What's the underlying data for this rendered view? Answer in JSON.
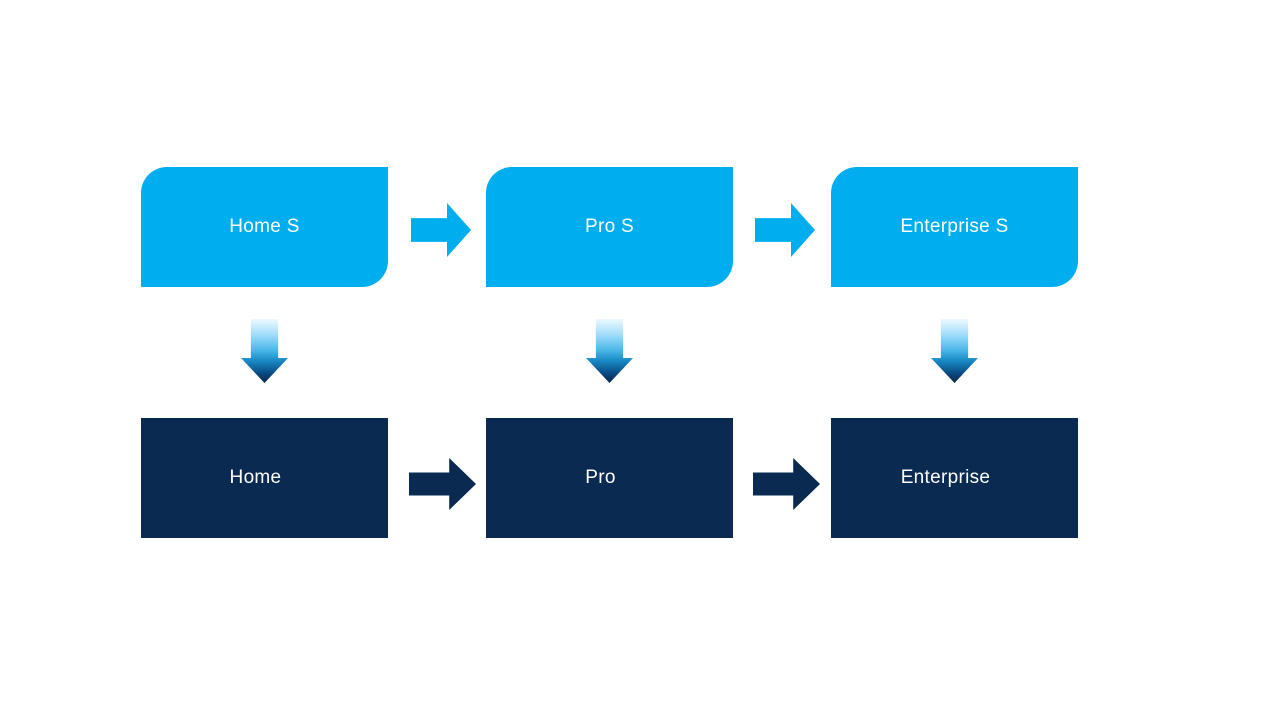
{
  "colors": {
    "canvas_bg": "#ffffff",
    "light_blue": "#00AEEF",
    "dark_navy": "#0A2A52",
    "label_text": "#ffffff"
  },
  "diagram": {
    "columns": [
      {
        "top": {
          "label": "Home S"
        },
        "bottom": {
          "label": "Home"
        }
      },
      {
        "top": {
          "label": "Pro S"
        },
        "bottom": {
          "label": "Pro"
        }
      },
      {
        "top": {
          "label": "Enterprise S"
        },
        "bottom": {
          "label": "Enterprise"
        }
      }
    ]
  }
}
